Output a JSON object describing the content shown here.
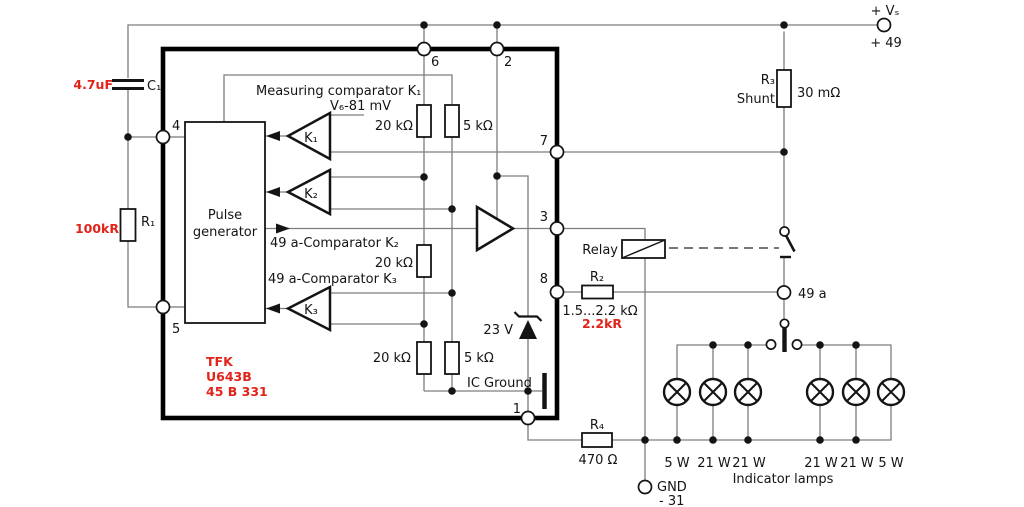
{
  "colors": {
    "accent_red": "#e2231a",
    "wire_gray": "#7d7d7d",
    "ink_black": "#141414"
  },
  "terminals": {
    "vs": "+ Vₛ",
    "plus49": "+ 49",
    "a49": "49 a",
    "gnd": "GND",
    "minus31": "- 31"
  },
  "components": {
    "c1": {
      "name": "C₁",
      "value": "4.7uF"
    },
    "r1": {
      "name": "R₁",
      "value": "100kR"
    },
    "r2": {
      "name": "R₂",
      "range": "1.5...2.2 kΩ",
      "alt_value": "2.2kR"
    },
    "r3": {
      "name": "R₃",
      "role": "Shunt",
      "value": "30 mΩ"
    },
    "r4": {
      "name": "R₄",
      "value": "470 Ω"
    },
    "relay": {
      "label": "Relay"
    }
  },
  "ic": {
    "maker": "TFK",
    "part": "U643B",
    "code": "45 B 331",
    "pins": {
      "n1": "1",
      "n2": "2",
      "n3": "3",
      "n4": "4",
      "n5": "5",
      "n6": "6",
      "n7": "7",
      "n8": "8"
    },
    "pulse_generator": {
      "line1": "Pulse",
      "line2": "generator"
    },
    "comparators": {
      "measuring_label": "Measuring comparator K₁",
      "vref": "V₆-81 mV",
      "k1": "K₁",
      "k2": "K₂",
      "k3": "K₃",
      "k2_label": "49 a-Comparator K₂",
      "k3_label": "49 a-Comparator K₃"
    },
    "resistors": {
      "top_20k": "20 kΩ",
      "top_5k": "5 kΩ",
      "mid_20k": "20 kΩ",
      "bot_20k": "20 kΩ",
      "bot_5k": "5 kΩ"
    },
    "zener": "23 V",
    "ground_label": "IC Ground"
  },
  "lamps": {
    "labels": [
      "5 W",
      "21 W",
      "21 W",
      "21 W",
      "21 W",
      "5 W"
    ],
    "caption": "Indicator lamps"
  }
}
